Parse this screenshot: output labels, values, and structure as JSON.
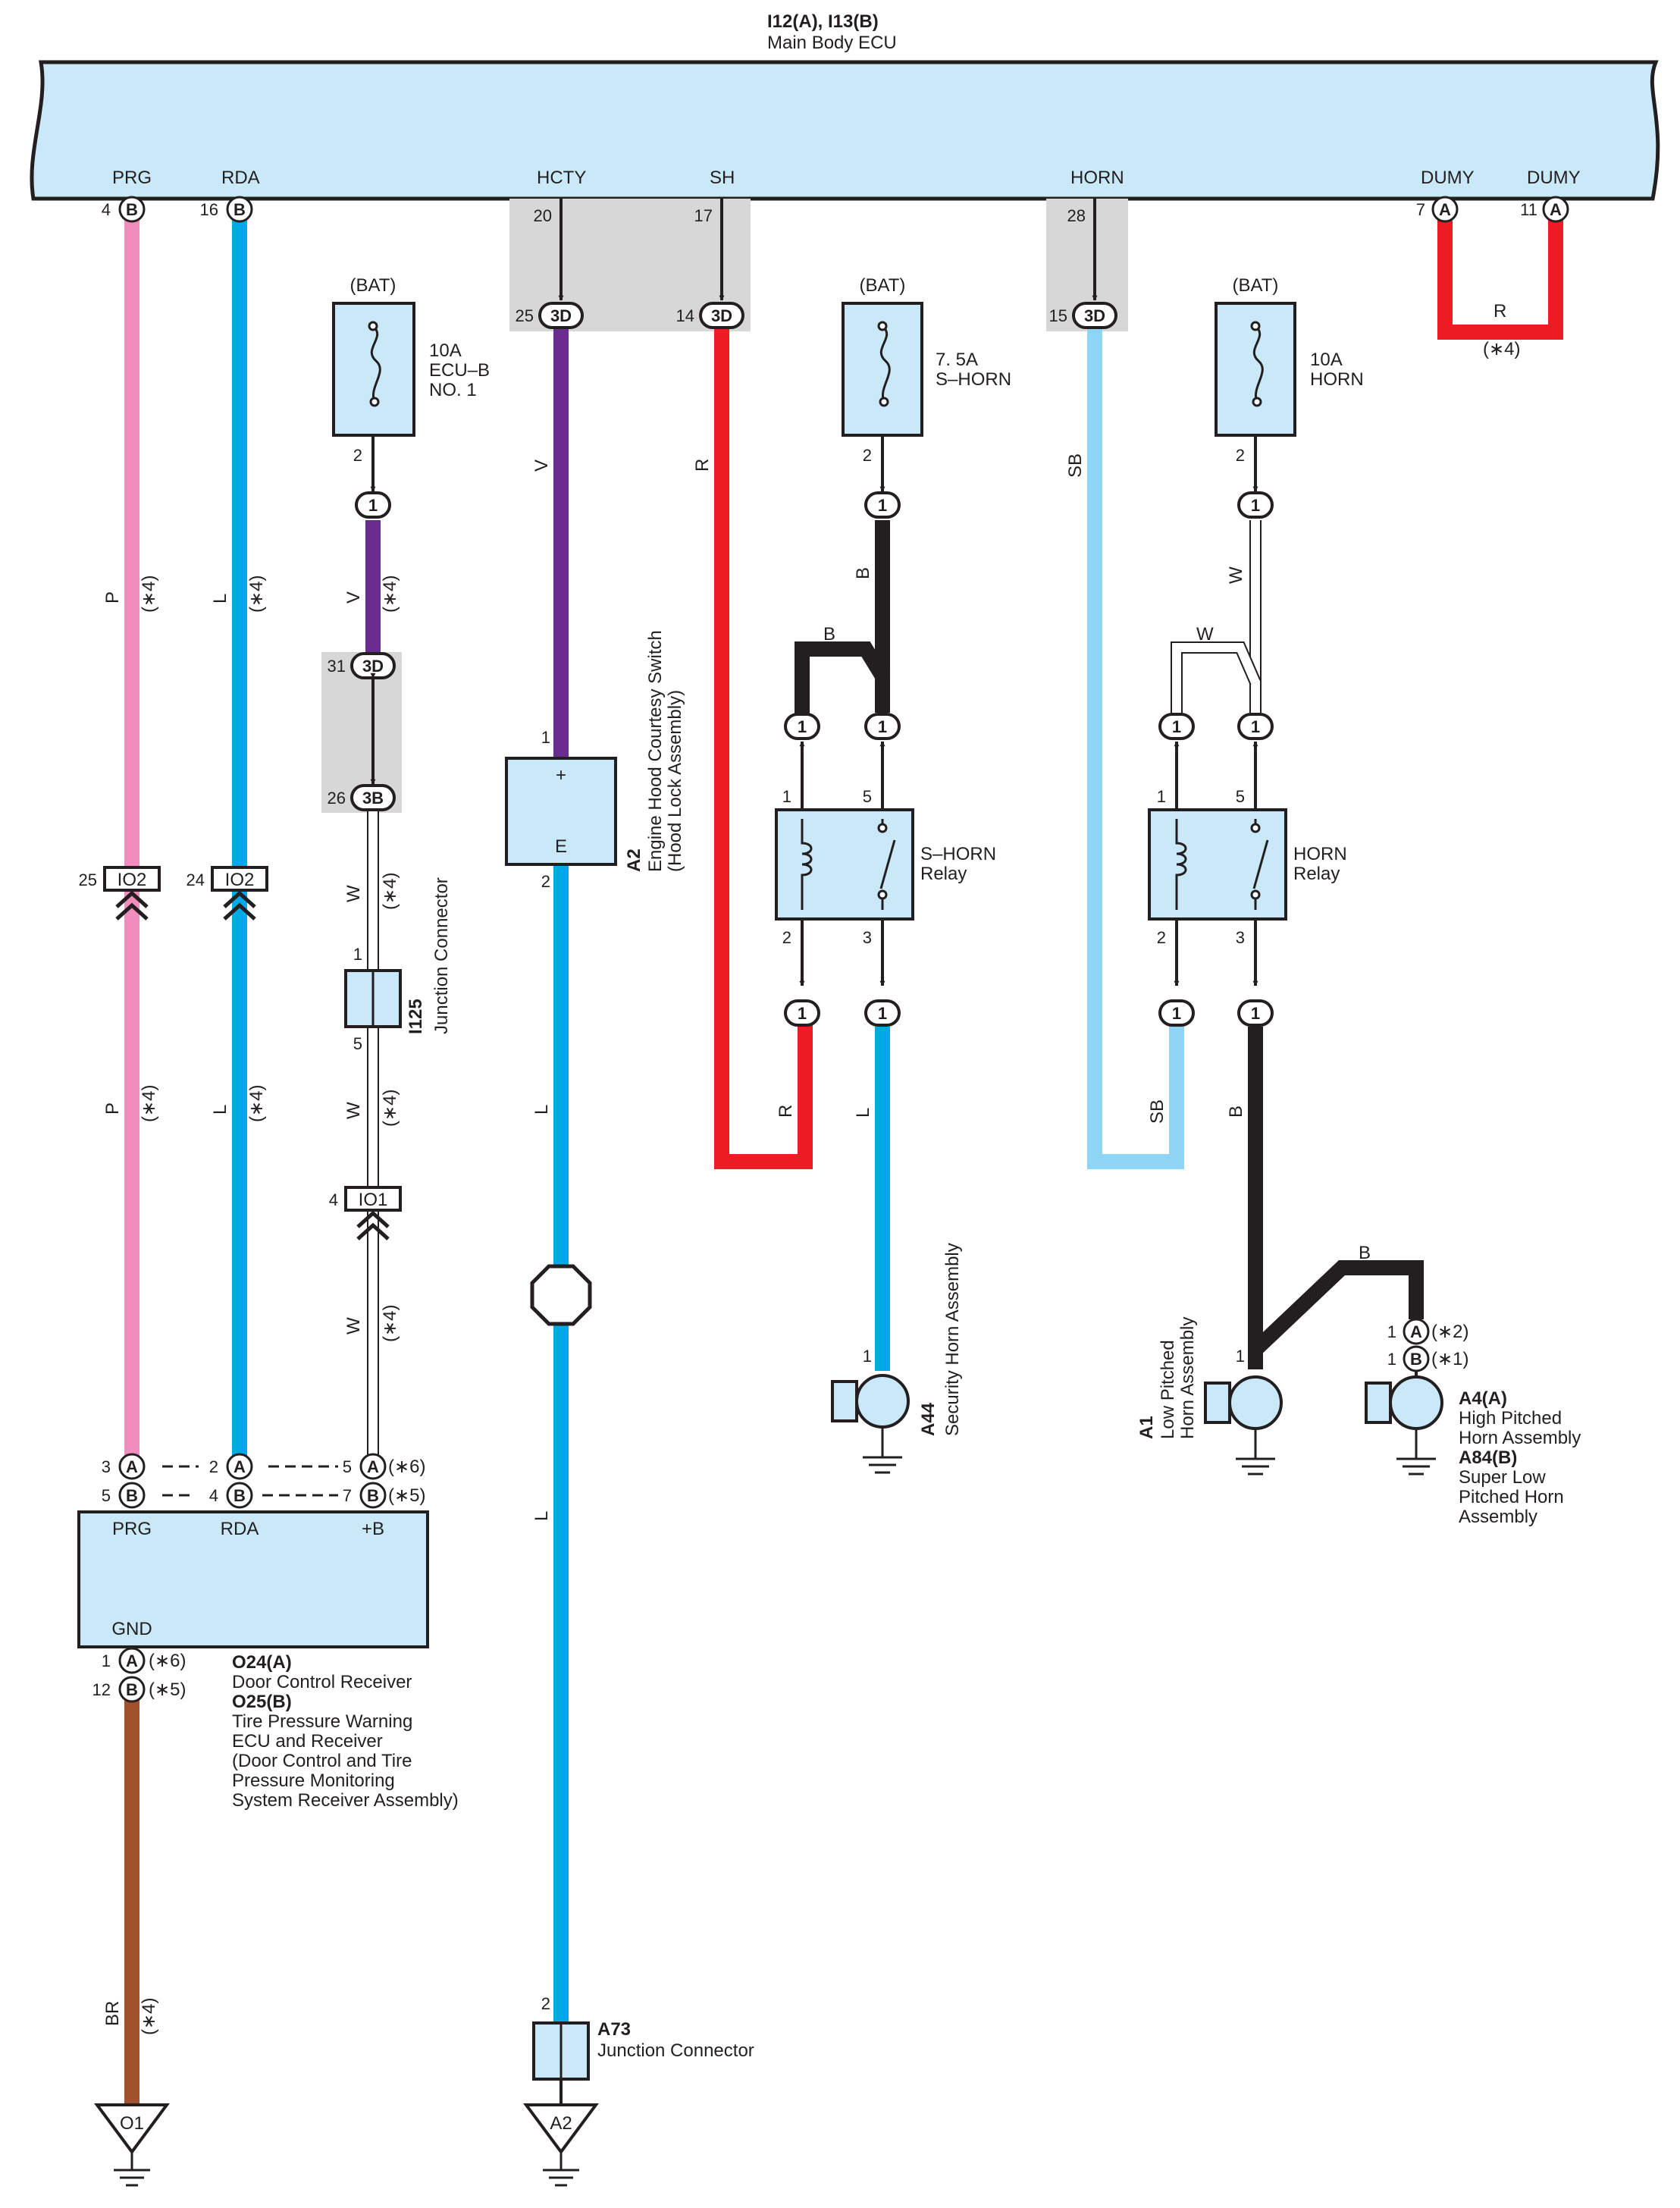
{
  "ecu": {
    "title": "I12(A), I13(B)",
    "subtitle": "Main Body ECU",
    "terms": [
      "PRG",
      "RDA",
      "HCTY",
      "SH",
      "HORN",
      "DUMY",
      "DUMY"
    ],
    "pins": [
      "4",
      "16",
      "20",
      "17",
      "28",
      "7",
      "11"
    ],
    "letters": [
      "B",
      "B",
      "A",
      "A"
    ]
  },
  "connectors": {
    "c3d": "3D",
    "c3b": "3B",
    "io2": "IO2",
    "io1": "IO1",
    "one": "1",
    "a": "A",
    "b": "B",
    "pins": {
      "hcty25": "25",
      "sh14": "14",
      "sb15": "15",
      "p31": "31",
      "p26": "26",
      "io2_25": "25",
      "io2_24": "24",
      "io1_4": "4",
      "jc1": "1",
      "jc5": "5",
      "fuse2": "2",
      "hood1": "1",
      "hood2": "2",
      "relay1": "1",
      "relay5": "5",
      "relay2": "2",
      "relay3": "3",
      "horn1": "1",
      "r3": "3",
      "r5": "5",
      "r2": "2",
      "r4": "4",
      "r5b": "5",
      "r7": "7",
      "g1": "1",
      "g12": "12",
      "a73_2": "2"
    }
  },
  "fuses": {
    "bat": "(BAT)",
    "ecub": [
      "10A",
      "ECU–B",
      "NO. 1"
    ],
    "shorn": [
      "7. 5A",
      "S–HORN"
    ],
    "horn": [
      "10A",
      "HORN"
    ]
  },
  "wires": {
    "P": "P",
    "L": "L",
    "V": "V",
    "R": "R",
    "B": "B",
    "W": "W",
    "SB": "SB",
    "BR": "BR"
  },
  "notes": {
    "n1": "(∗1)",
    "n2": "(∗2)",
    "n4": "(∗4)",
    "n5": "(∗5)",
    "n6": "(∗6)"
  },
  "components": {
    "hood": {
      "id": "A2",
      "name": "Engine Hood Courtesy Switch",
      "sub": "(Hood Lock Assembly)",
      "plus": "+",
      "e": "E"
    },
    "i125": {
      "id": "I125",
      "name": "Junction Connector"
    },
    "shorn_relay": [
      "S–HORN",
      "Relay"
    ],
    "horn_relay": [
      "HORN",
      "Relay"
    ],
    "a44": {
      "id": "A44",
      "name": "Security Horn Assembly"
    },
    "a1": {
      "id": "A1",
      "name": [
        "Low Pitched",
        "Horn Assembly"
      ]
    },
    "a4": {
      "id": "A4(A)",
      "name": [
        "High Pitched",
        "Horn Assembly"
      ]
    },
    "a84": {
      "id": "A84(B)",
      "name": [
        "Super Low",
        "Pitched Horn",
        "Assembly"
      ]
    },
    "receiver": {
      "terms": [
        "PRG",
        "RDA",
        "+B",
        "GND"
      ],
      "id1": "O24(A)",
      "name1": "Door Control Receiver",
      "id2": "O25(B)",
      "name2": [
        "Tire Pressure Warning",
        "ECU and Receiver",
        "(Door Control and Tire",
        " Pressure Monitoring",
        " System Receiver Assembly)"
      ]
    },
    "a73": {
      "id": "A73",
      "name": "Junction Connector"
    },
    "grounds": [
      "O1",
      "A2"
    ]
  },
  "colors": {
    "P": "#f08dbe",
    "L": "#00a8e6",
    "V": "#6a2c8f",
    "R": "#ed1c24",
    "B": "#231f20",
    "SB": "#8ed4f5",
    "BR": "#a0522d",
    "box": "#c9e9f8",
    "shade": "#d7d7d7"
  }
}
